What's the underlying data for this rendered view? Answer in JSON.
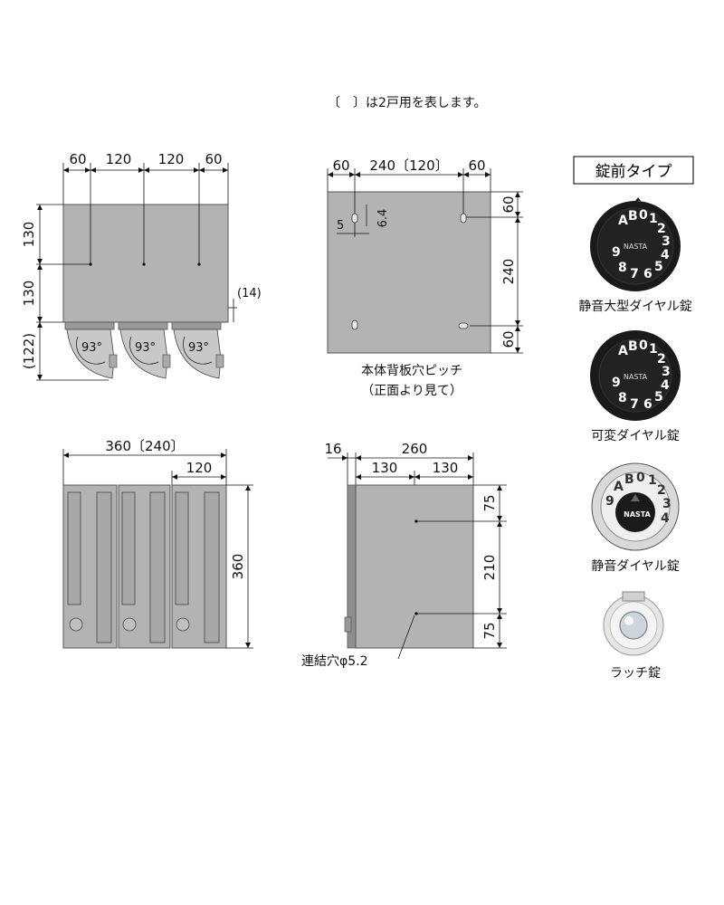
{
  "note": "〔　〕は2戸用を表します。",
  "front_view": {
    "top_dims": [
      "60",
      "120",
      "120",
      "60"
    ],
    "left_dims": [
      "130",
      "130",
      "(122)"
    ],
    "side_dim": "(14)",
    "angle": "93°"
  },
  "back_view": {
    "top_dims": [
      "60",
      "240〔120〕",
      "60"
    ],
    "right_dims": [
      "60",
      "240",
      "60"
    ],
    "hole_dims": [
      "5",
      "6.4"
    ],
    "caption_line1": "本体背板穴ピッチ",
    "caption_line2": "（正面より見て）"
  },
  "bottom_left_view": {
    "width_dim": "360〔240〕",
    "unit_dim": "120",
    "height_dim": "360"
  },
  "side_view": {
    "top_dims": [
      "16",
      "260"
    ],
    "sub_dims": [
      "130",
      "130"
    ],
    "right_dims": [
      "75",
      "210",
      "75"
    ],
    "hole_label": "連結穴φ5.2"
  },
  "lock_types": {
    "title": "錠前タイプ",
    "brand": "NASTA",
    "dial_chars": "AB0123456789",
    "items": [
      {
        "label": "静音大型ダイヤル錠"
      },
      {
        "label": "可変ダイヤル錠"
      },
      {
        "label": "静音ダイヤル錠"
      },
      {
        "label": "ラッチ錠"
      }
    ]
  },
  "colors": {
    "body_gray": "#b3b3b3",
    "dark_gray": "#8a8a8a",
    "dial_black": "#1a1a1a"
  }
}
